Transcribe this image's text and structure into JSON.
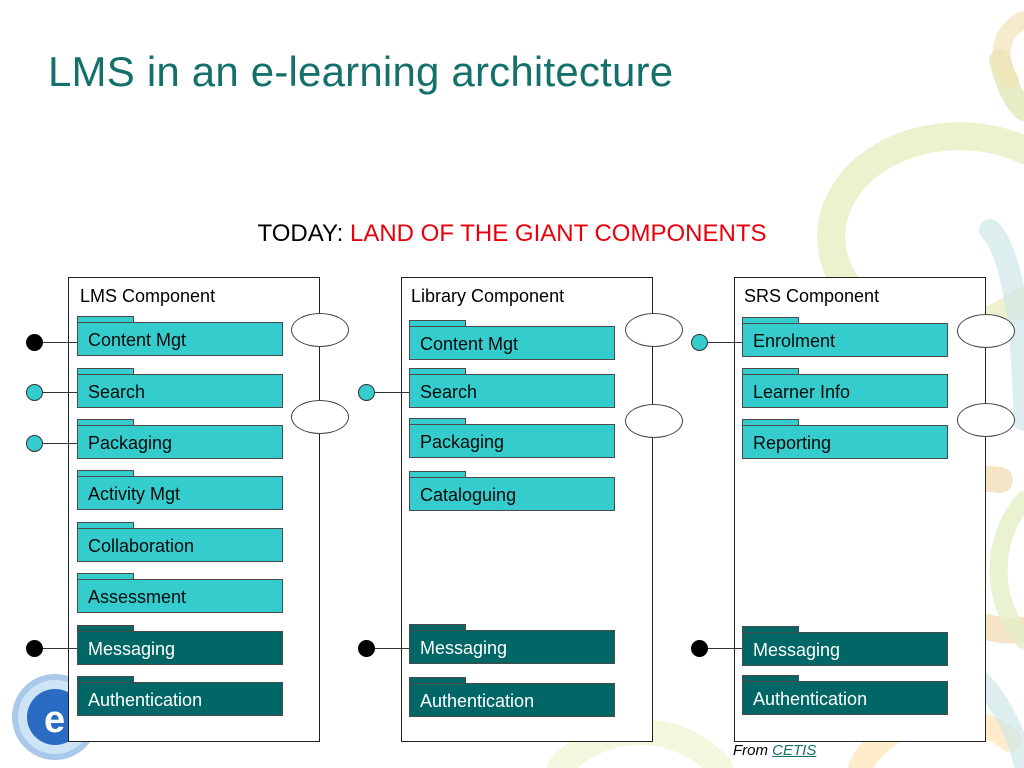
{
  "slide": {
    "title": "LMS in an e-learning architecture",
    "subtitle_prefix": "TODAY: ",
    "subtitle_highlight": "LAND OF THE GIANT COMPONENTS",
    "credit_prefix": "From ",
    "credit_link": "CETIS"
  },
  "colors": {
    "title": "#13706a",
    "highlight": "#e8000b",
    "module_light": "#34cccc",
    "module_dark": "#006666",
    "logo_blue": "#2a6cc4"
  },
  "components": [
    {
      "title": "LMS Component",
      "modules": [
        {
          "label": "Content Mgt",
          "style": "light",
          "connector": "filled"
        },
        {
          "label": "Search",
          "style": "light",
          "connector": "open"
        },
        {
          "label": "Packaging",
          "style": "light",
          "connector": "open"
        },
        {
          "label": "Activity Mgt",
          "style": "light",
          "connector": "none"
        },
        {
          "label": "Collaboration",
          "style": "light",
          "connector": "none"
        },
        {
          "label": "Assessment",
          "style": "light",
          "connector": "none"
        },
        {
          "label": "Messaging",
          "style": "dark",
          "connector": "filled"
        },
        {
          "label": "Authentication",
          "style": "dark",
          "connector": "none"
        }
      ],
      "interface_ovals": 2
    },
    {
      "title": "Library Component",
      "modules": [
        {
          "label": "Content Mgt",
          "style": "light",
          "connector": "none"
        },
        {
          "label": "Search",
          "style": "light",
          "connector": "open"
        },
        {
          "label": "Packaging",
          "style": "light",
          "connector": "none"
        },
        {
          "label": "Cataloguing",
          "style": "light",
          "connector": "none"
        },
        {
          "label": "Messaging",
          "style": "dark",
          "connector": "filled"
        },
        {
          "label": "Authentication",
          "style": "dark",
          "connector": "none"
        }
      ],
      "interface_ovals": 2
    },
    {
      "title": "SRS Component",
      "modules": [
        {
          "label": "Enrolment",
          "style": "light",
          "connector": "open"
        },
        {
          "label": "Learner Info",
          "style": "light",
          "connector": "none"
        },
        {
          "label": "Reporting",
          "style": "light",
          "connector": "none"
        },
        {
          "label": "Messaging",
          "style": "dark",
          "connector": "filled"
        },
        {
          "label": "Authentication",
          "style": "dark",
          "connector": "none"
        }
      ],
      "interface_ovals": 2
    }
  ]
}
